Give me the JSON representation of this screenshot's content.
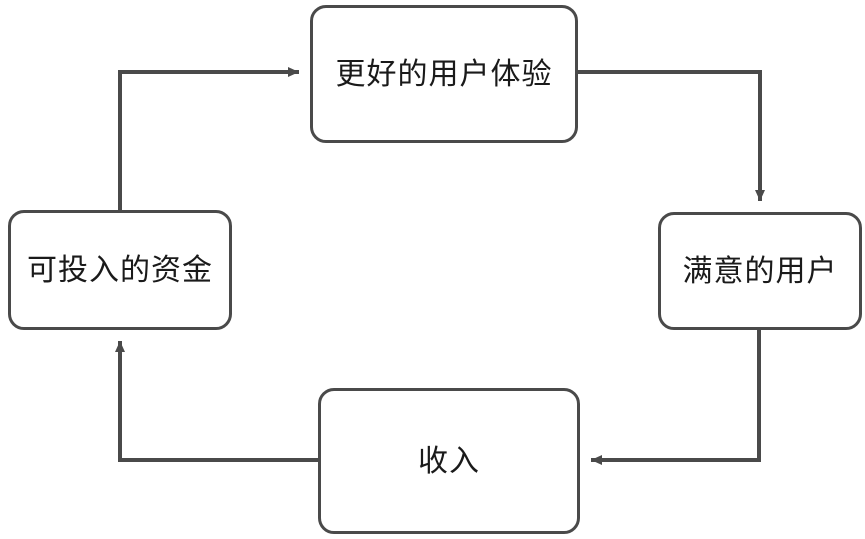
{
  "diagram": {
    "type": "cycle-flowchart",
    "title": "",
    "stroke_color": "#4a4a4a",
    "text_color": "#1a1a1a",
    "background_color": "#ffffff",
    "nodes": [
      {
        "id": "better-ux",
        "label": "更好的用户体验",
        "position": "top"
      },
      {
        "id": "happy-users",
        "label": "满意的用户",
        "position": "right"
      },
      {
        "id": "revenue",
        "label": "收入",
        "position": "bottom"
      },
      {
        "id": "funds",
        "label": "可投入的资金",
        "position": "left"
      }
    ],
    "edges": [
      {
        "id": "funds-to-better-ux",
        "from": "funds",
        "to": "better-ux",
        "arrow": "right"
      },
      {
        "id": "better-ux-to-happy",
        "from": "better-ux",
        "to": "happy-users",
        "arrow": "down"
      },
      {
        "id": "happy-to-revenue",
        "from": "happy-users",
        "to": "revenue",
        "arrow": "left"
      },
      {
        "id": "revenue-to-funds",
        "from": "revenue",
        "to": "funds",
        "arrow": "up"
      }
    ]
  }
}
